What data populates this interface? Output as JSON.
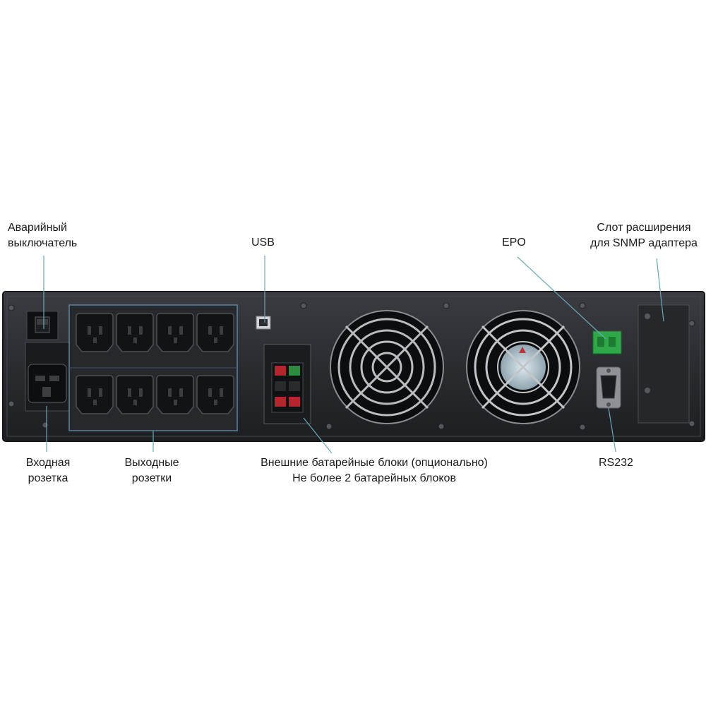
{
  "labels": {
    "emergency_switch": [
      "Аварийный",
      "выключатель"
    ],
    "usb": "USB",
    "epo": "EPO",
    "snmp_slot": [
      "Слот расширения",
      "для SNMP адаптера"
    ],
    "input_socket": [
      "Входная",
      "розетка"
    ],
    "output_sockets": [
      "Выходные",
      "розетки"
    ],
    "external_battery": [
      "Внешние батарейные блоки (опционально)",
      "Не более 2 батарейных блоков"
    ],
    "rs232": "RS232"
  },
  "colors": {
    "chassis": "#2b2d31",
    "chassis_edge": "#17181b",
    "socket": "#141517",
    "leader_line": "#6aa7b6",
    "epo_connector": "#2fa84a",
    "battery_red": "#b3262d",
    "battery_green": "#2d8a3e"
  }
}
